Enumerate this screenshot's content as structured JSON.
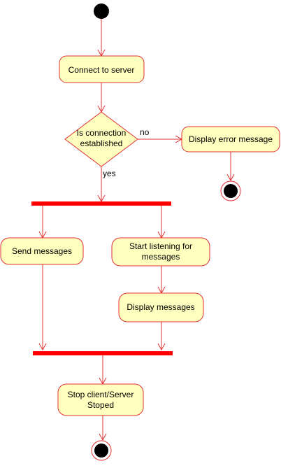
{
  "nodes": {
    "connect": "Connect to server",
    "decision_line1": "Is connection",
    "decision_line2": "established",
    "error": "Display error message",
    "send": "Send messages",
    "listen_line1": "Start listening for",
    "listen_line2": "messages",
    "display": "Display messages",
    "stop_line1": "Stop client/Server",
    "stop_line2": "Stoped"
  },
  "edge_labels": {
    "no": "no",
    "yes": "yes"
  },
  "colors": {
    "line": "#e03030",
    "fill": "#ffffc0",
    "bar": "#ff0000",
    "terminal": "#000000"
  }
}
